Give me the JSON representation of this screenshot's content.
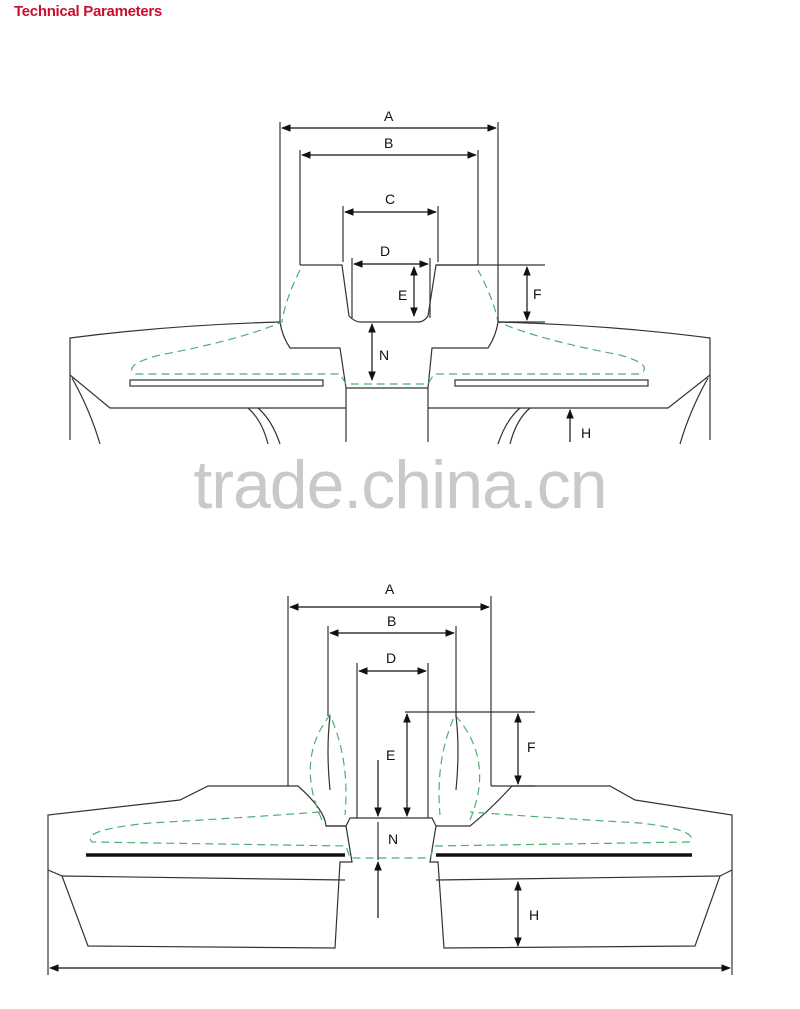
{
  "header": {
    "title": "Technical Parameters"
  },
  "watermark": {
    "text": "trade.china.cn"
  },
  "colors": {
    "title": "#c8102e",
    "outline": "#333333",
    "dash": "#4caf72",
    "watermark": "#c9c9c9"
  },
  "diagram_top": {
    "labels": {
      "A": "A",
      "B": "B",
      "C": "C",
      "D": "D",
      "E": "E",
      "F": "F",
      "N": "N",
      "H": "H"
    }
  },
  "diagram_bottom": {
    "labels": {
      "A": "A",
      "B": "B",
      "D": "D",
      "E": "E",
      "F": "F",
      "N": "N",
      "H": "H"
    }
  }
}
